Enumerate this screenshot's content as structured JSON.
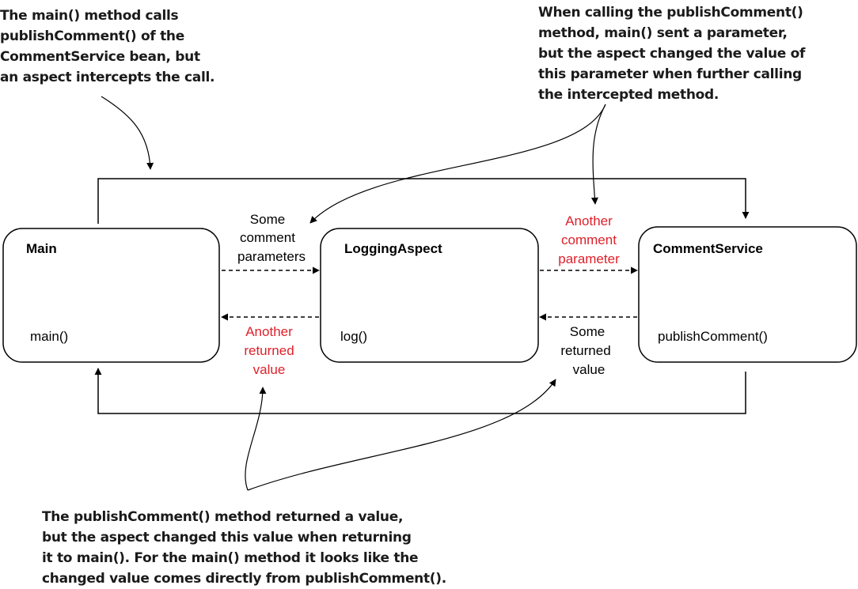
{
  "callouts": {
    "top_left": [
      "The main() method calls",
      "publishComment() of the",
      "CommentService bean, but",
      "an aspect intercepts the call."
    ],
    "top_right": [
      "When calling the publishComment()",
      "method, main() sent a parameter,",
      "but the aspect changed the value of",
      "this parameter when further calling",
      "the intercepted method."
    ],
    "bottom": [
      "The publishComment() method returned a value,",
      "but the aspect changed this value when returning",
      "it to main(). For the main() method it looks like the",
      "changed value comes directly from publishComment()."
    ]
  },
  "boxes": {
    "main": {
      "title": "Main",
      "method": "main()"
    },
    "aspect": {
      "title": "LoggingAspect",
      "method": "log()"
    },
    "service": {
      "title": "CommentService",
      "method": "publishComment()"
    }
  },
  "flows": {
    "main_to_aspect": [
      "Some",
      "comment",
      "parameters"
    ],
    "aspect_to_main": [
      "Another",
      "returned",
      "value"
    ],
    "aspect_to_service": [
      "Another",
      "comment",
      "parameter"
    ],
    "service_to_aspect": [
      "Some",
      "returned",
      "value"
    ]
  },
  "colors": {
    "changed_value": "#e0202a",
    "line": "#000000"
  }
}
